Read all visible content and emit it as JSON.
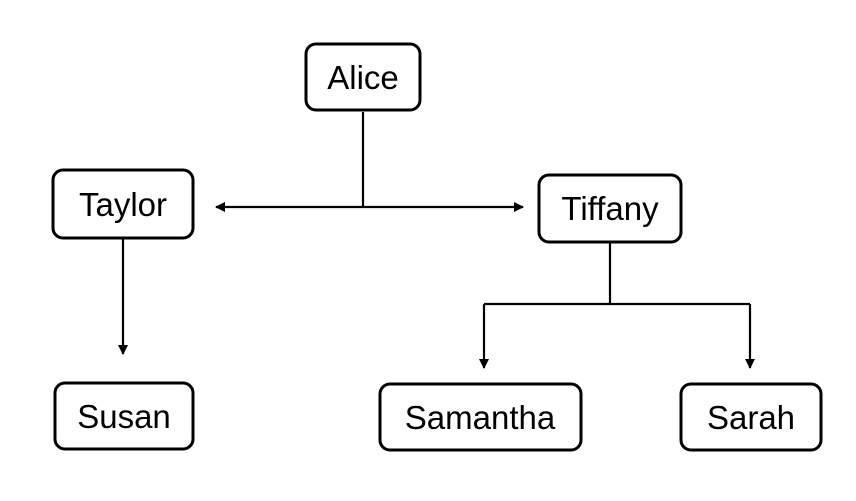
{
  "nodes": {
    "alice": "Alice",
    "taylor": "Taylor",
    "tiffany": "Tiffany",
    "susan": "Susan",
    "samantha": "Samantha",
    "sarah": "Sarah"
  },
  "edges": [
    {
      "from": "alice",
      "to": "taylor"
    },
    {
      "from": "alice",
      "to": "tiffany"
    },
    {
      "from": "taylor",
      "to": "susan"
    },
    {
      "from": "tiffany",
      "to": "samantha"
    },
    {
      "from": "tiffany",
      "to": "sarah"
    }
  ],
  "colors": {
    "stroke": "#000000",
    "fill": "#ffffff"
  }
}
